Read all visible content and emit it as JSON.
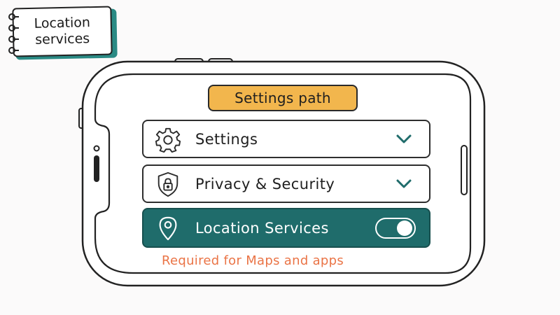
{
  "card": {
    "title": "Location services"
  },
  "screen": {
    "section_title": "Settings path",
    "rows": [
      {
        "label": "Settings",
        "icon": "gear-icon",
        "control": "chevron-down-icon"
      },
      {
        "label": "Privacy & Security",
        "icon": "shield-lock-icon",
        "control": "chevron-down-icon"
      },
      {
        "label": "Location Services",
        "icon": "location-pin-icon",
        "control": "toggle",
        "toggle_on": true
      }
    ],
    "note": "Required for Maps and apps"
  },
  "colors": {
    "accent_teal": "#1f6c6b",
    "tag_yellow": "#f2b64d",
    "note_orange": "#ea7446"
  }
}
